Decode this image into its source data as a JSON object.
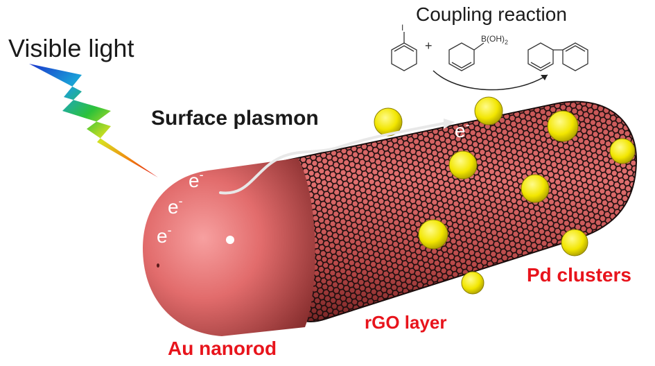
{
  "figure": {
    "light_label": "Visible light",
    "plasmon_label": "Surface plasmon",
    "reaction_label": "Coupling reaction",
    "reagent_iodo_atom": "I",
    "reagent_plus": "+",
    "reagent_boronic": "B(OH)",
    "reagent_boronic_sub": "2",
    "electron_symbol": "e",
    "electron_charge": "-",
    "nanorod_label": "Au nanorod",
    "layer_label": "rGO layer",
    "clusters_label": "Pd clusters"
  },
  "colors": {
    "label_red": "#e8141c",
    "nanorod": "#e06666",
    "nanorod_shadow": "#7a2a2a",
    "graphene_line": "#1a0d0d",
    "pd_cluster": "#f2e600",
    "pd_cluster_dark": "#a89b00",
    "electron_path": "#e8e8e8"
  },
  "icons": {
    "light": "lightning-bolt-icon",
    "arrow": "curved-arrow-icon"
  }
}
